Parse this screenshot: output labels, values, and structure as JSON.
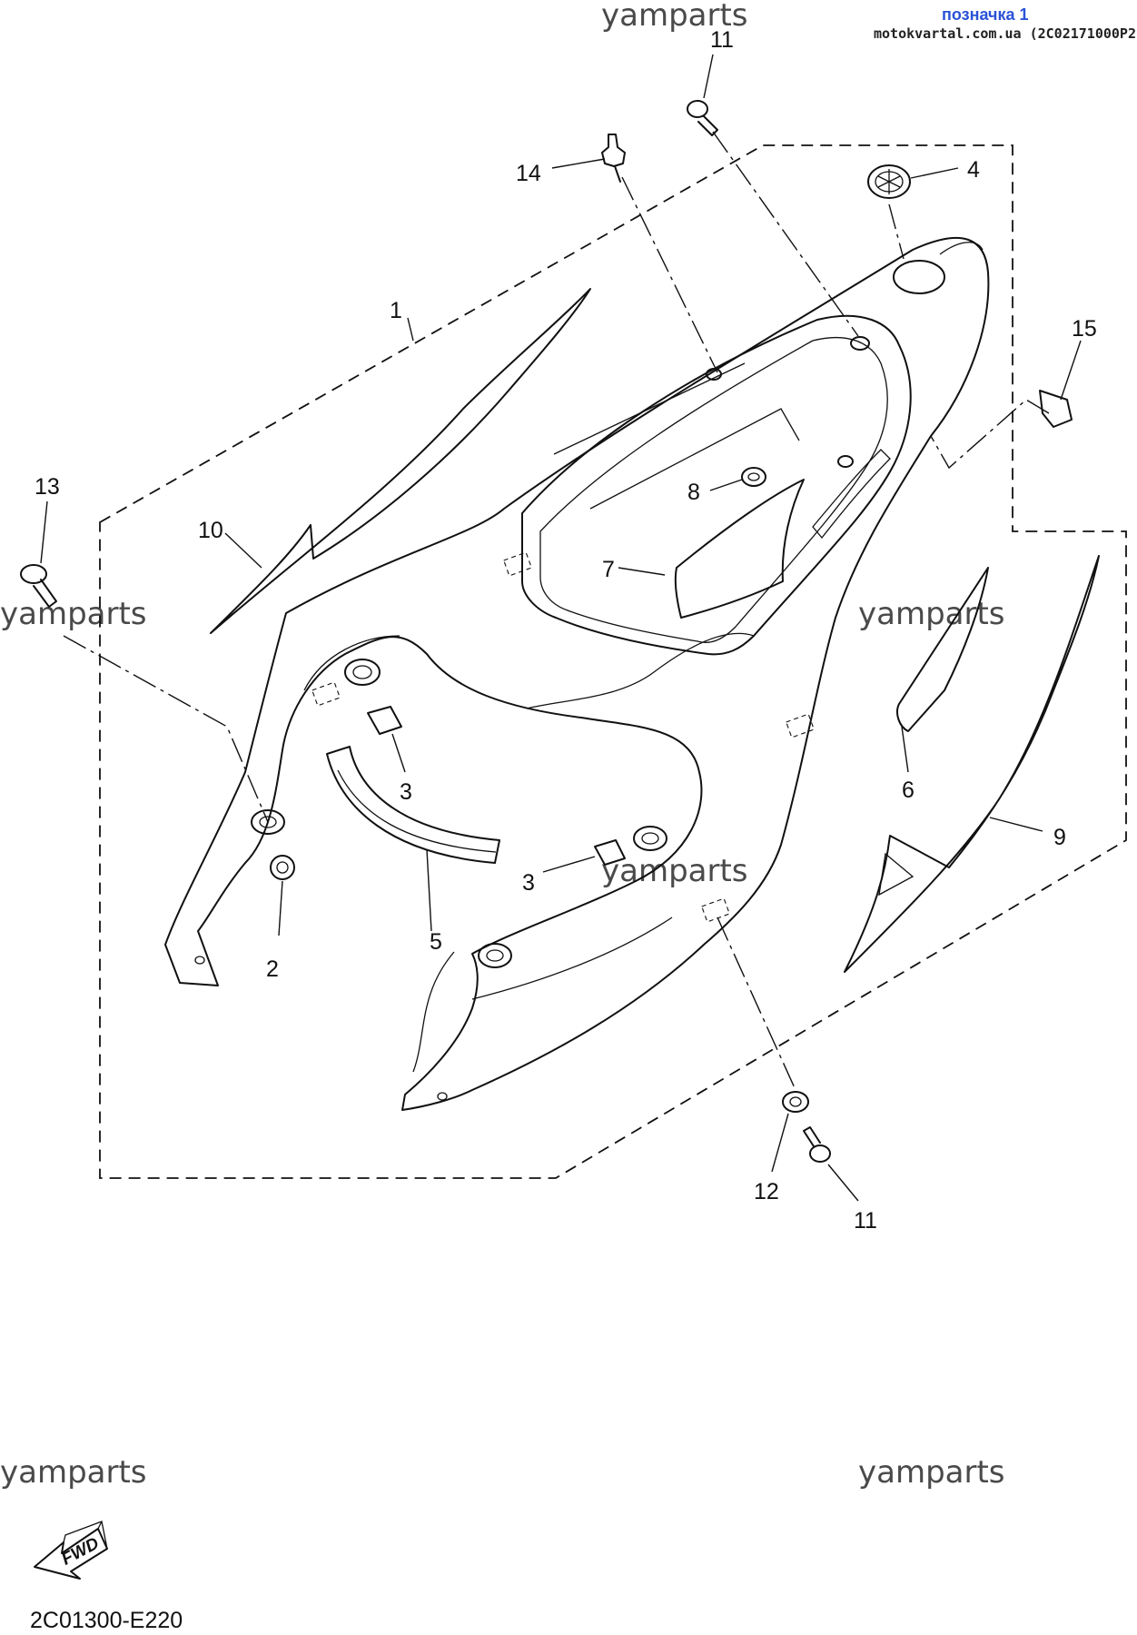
{
  "header": {
    "label": "позначка 1",
    "source": "motokvartal.com.ua (2C02171000P2)"
  },
  "watermarks": [
    "yamparts",
    "yamparts",
    "yamparts",
    "yamparts",
    "yamparts",
    "yamparts"
  ],
  "callouts": [
    "1",
    "2",
    "3",
    "3",
    "4",
    "5",
    "6",
    "7",
    "8",
    "9",
    "10",
    "11",
    "11",
    "12",
    "13",
    "14",
    "15"
  ],
  "footer": {
    "fwd_label": "FWD",
    "diagram_code": "2C01300-E220"
  }
}
